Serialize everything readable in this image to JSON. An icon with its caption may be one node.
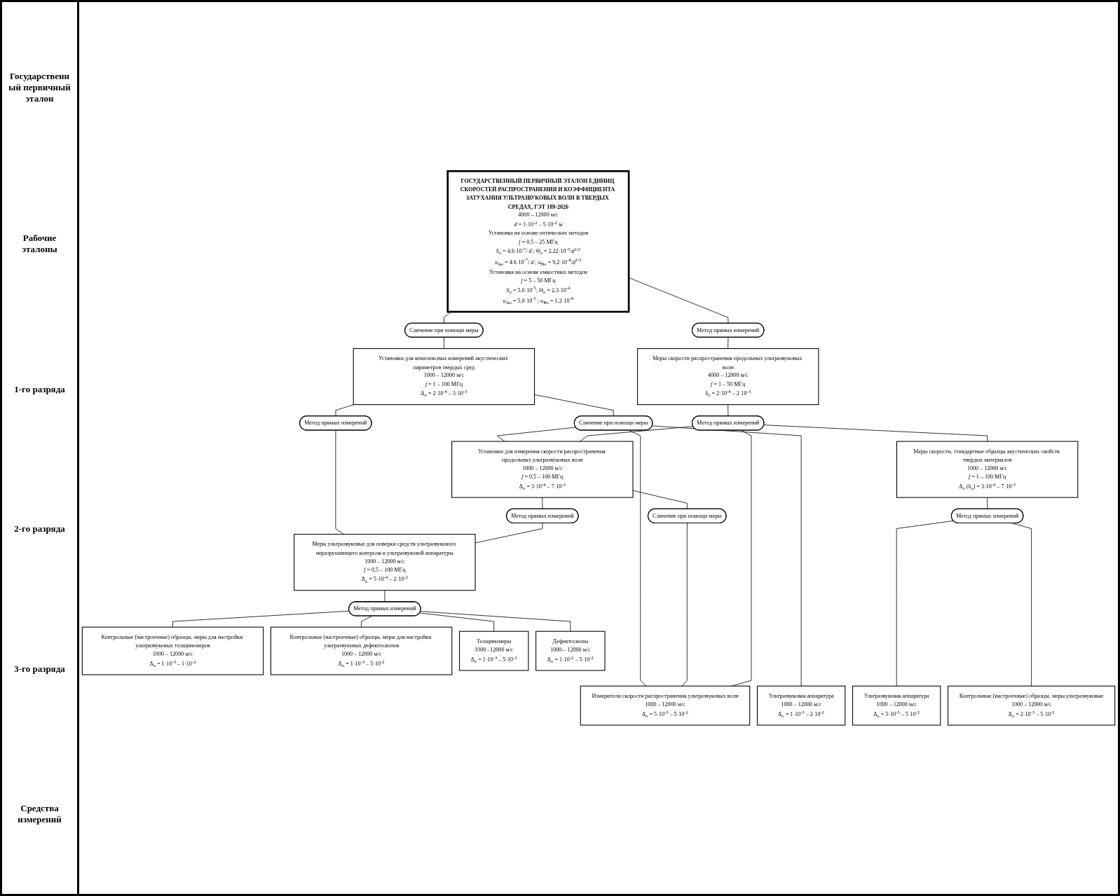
{
  "diagram": {
    "nodes": [
      {
        "text": [
          "ГОСУДАРСТВЕННЫЙ ПЕРВИЧНЫЙ ЭТАЛОН ЕДИНИЦ СКОРОСТЕЙ РАСПРОСТРАНЕНИЯ И КОЭФФИЦИЕНТА ЗАТУХАНИЯ УЛЬТРАЗВУКОВЫХ ВОЛН В ТВЕРДЫХ СРЕДАХ, ГЭТ 189-2026",
          "4000 – 12000 м/с",
          "*d* = 1·10$^{-2}$ – 5·10$^{-2}$ м",
          "Установка на основе оптических методов",
          "*f* = 0,5 – 25 МГц",
          "*S*$_{о}$ = 4,6·10$^{-7}$/ *d* ; Θ$_{о}$ = 2,22·10$^{-5}$/*d*$^{1/2}$",
          "*u*$_{Ао}$ = 4.6·10$^{-7}$/ *d* ; *u*$_{Во}$ = 9,2·10$^{-6}$/*d*$^{1/2}$",
          "Установка на основе емкостных методов",
          "*f* = 5 – 50 МГц",
          "*S*$_{о}$ = 5,0·10$^{-5}$; Θ$_{о}$ = 2,3·10$^{-4}$",
          "*u*$_{Ао}$ = 5,0·10$^{-5}$ ; *u*$_{Во}$ = 1,2·10$^{-4}$"
        ]
      },
      {
        "text": [
          "Сличение при помощи меры"
        ]
      },
      {
        "text": [
          "Метод прямых измерений"
        ]
      },
      {
        "text": [
          "Установки для комплексных измерений акустических параметров твердых сред",
          "1000 – 12000 м/с",
          "*f* = 1 – 100 МГц",
          "Δ$_{о}$ = 2·10$^{-4}$ – 3·10$^{-3}$"
        ]
      },
      {
        "text": [
          "Меры скорости распространения продольных ультразвуковых волн",
          "4000 – 12000 м/с",
          "*f* = 1 – 50 МГц",
          "δ$_{о}$ = 2·10$^{-4}$ – 2·10$^{-3}$"
        ]
      },
      {
        "text": [
          "Сличение при помощи меры"
        ]
      },
      {
        "text": [
          "Метод прямых измерений"
        ]
      },
      {
        "text": [
          "Метод прямых измерений"
        ]
      },
      {
        "text": [
          "Установки для измерения скорости распространения продольных ультразвуковых волн",
          "1000 – 12000 м/с",
          "*f* = 0,5 – 100 МГц",
          "Δ$_{о}$ = 3·10$^{-4}$ – 7·10$^{-3}$"
        ]
      },
      {
        "text": [
          "Меры скорости, стандартные образцы акустических свойств твердых материалов",
          "1000 – 12000 м/с",
          "*f* = 1 – 100 МГц",
          "Δ$_{о}$ (δ$_{о}$) = 3·10$^{-4}$ – 7·10$^{-3}$"
        ]
      },
      {
        "text": [
          "Сличение при помощи меры"
        ]
      },
      {
        "text": [
          "Метод прямых измерений"
        ]
      },
      {
        "text": [
          "Метод прямых измерений"
        ]
      },
      {
        "text": [
          "Меры ультразвуковые для поверки средств ультразвукового неразрушающего контроля и ультразвуковой аппаратуры",
          "1000 – 12000 м/с",
          "*f* = 0,5 – 100 МГц",
          "Δ$_{о}$ = 5·10$^{-4}$ – 2·10$^{-2}$"
        ]
      },
      {
        "text": [
          "Метод прямых измерений"
        ]
      },
      {
        "text": [
          "Контрольные (настроечные) образцы, меры для настройки ультразвуковых толщиномеров",
          "1000 – 12000 м/с",
          "Δ$_{о}$ = 1·10$^{-3}$ – 1·10$^{-2}$"
        ]
      },
      {
        "text": [
          "Контрольные (настроечные) образцы, меры для настройки ультразвуковых дефектоскопов",
          "1000 – 12000 м/с",
          "Δ$_{о}$ = 1·10$^{-3}$ – 5·10$^{-2}$"
        ]
      },
      {
        "text": [
          "Толщиномеры",
          "1000 –12000 м/с",
          "Δ$_{о}$ = 1·10$^{-3}$ – 5·10$^{-2}$"
        ]
      },
      {
        "text": [
          "Дефектоскопы",
          "1000 – 12000 м/с",
          "Δ$_{о}$ = 1·10$^{-2}$ – 5·10$^{-2}$"
        ]
      },
      {
        "text": [
          "Ультразвуковая аппаратура",
          "1000 – 12000 м/с",
          "Δ$_{о}$ = 1·10$^{-3}$ – 2·10$^{-2}$"
        ]
      },
      {
        "text": [
          "Измерители скорости распространения ультразвуковых волн",
          "1000 – 12000 м/с",
          "Δ$_{о}$ = 5·10$^{-3}$ – 5·10$^{-2}$"
        ]
      },
      {
        "text": [
          "Ультразвуковая аппаратура",
          "1000 – 12000 м/с",
          "Δ$_{о}$ = 5·10$^{-3}$ – 5·10$^{-2}$"
        ]
      },
      {
        "text": [
          "Контрольные (настроечные) образцы, меры ультразвуковые",
          "1000 – 12000 м/с",
          "Δ$_{о}$ = 2·10$^{-3}$ – 5·10$^{-2}$"
        ]
      }
    ],
    "edges": [
      {
        "from": 0,
        "to": 1,
        "arrow": "none"
      },
      {
        "from": 0,
        "to": 2,
        "arrow": "none"
      },
      {
        "from": 1,
        "to": 3,
        "arrow": "none"
      },
      {
        "from": 2,
        "to": 4,
        "arrow": "none"
      },
      {
        "from": 3,
        "to": 5,
        "arrow": "none"
      },
      {
        "from": 3,
        "to": 6,
        "arrow": "none"
      },
      {
        "from": 4,
        "to": 7,
        "arrow": "none"
      },
      {
        "from": 5,
        "to": 8,
        "arrow": "none"
      },
      {
        "from": 7,
        "to": 8,
        "arrow": "none"
      },
      {
        "from": 7,
        "to": 9,
        "arrow": "none"
      },
      {
        "from": 8,
        "to": 10,
        "arrow": "none"
      },
      {
        "from": 8,
        "to": 11,
        "arrow": "none"
      },
      {
        "from": 9,
        "to": 12,
        "arrow": "none"
      },
      {
        "from": 6,
        "to": 13,
        "arrow": "none"
      },
      {
        "from": 11,
        "to": 13,
        "arrow": "none"
      },
      {
        "from": 13,
        "to": 14,
        "arrow": "none"
      },
      {
        "from": 14,
        "to": 15,
        "arrow": "none"
      },
      {
        "from": 14,
        "to": 16,
        "arrow": "none"
      },
      {
        "from": 14,
        "to": 17,
        "arrow": "none"
      },
      {
        "from": 14,
        "to": 18,
        "arrow": "none"
      },
      {
        "from": 5,
        "to": 19,
        "arrow": "none"
      },
      {
        "from": 5,
        "to": 20,
        "arrow": "none"
      },
      {
        "from": 10,
        "to": 20,
        "arrow": "none"
      },
      {
        "from": 7,
        "to": 20,
        "arrow": "none"
      },
      {
        "from": 12,
        "to": 21,
        "arrow": "none"
      },
      {
        "from": 12,
        "to": 22,
        "arrow": "none"
      }
    ],
    "labels": [
      "Государственный первичный эталон",
      "Рабочие эталоны",
      "1-го разряда",
      "2-го разряда",
      "3-го разряда",
      "Средства измерений"
    ]
  }
}
